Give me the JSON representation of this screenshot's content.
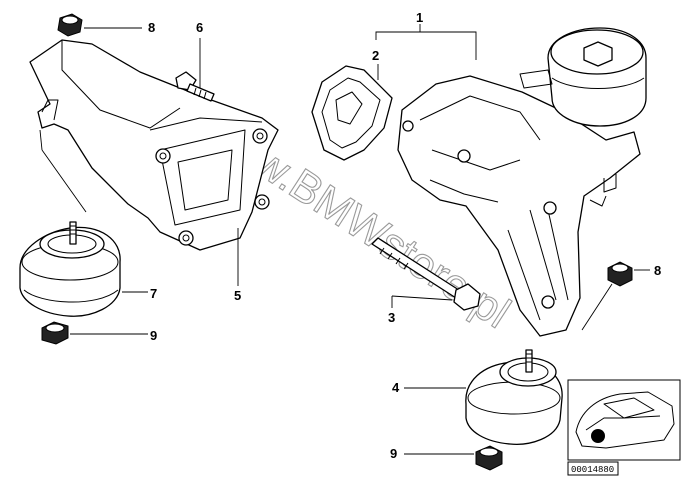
{
  "diagram": {
    "callouts": [
      {
        "id": "c1",
        "label": "1"
      },
      {
        "id": "c2",
        "label": "2"
      },
      {
        "id": "c3",
        "label": "3"
      },
      {
        "id": "c4",
        "label": "4"
      },
      {
        "id": "c5",
        "label": "5"
      },
      {
        "id": "c6",
        "label": "6"
      },
      {
        "id": "c7",
        "label": "7"
      },
      {
        "id": "c8a",
        "label": "8"
      },
      {
        "id": "c8b",
        "label": "8"
      },
      {
        "id": "c9a",
        "label": "9"
      },
      {
        "id": "c9b",
        "label": "9"
      }
    ],
    "watermark": "www.BMWstore.pl",
    "reference_id": "00014880"
  }
}
